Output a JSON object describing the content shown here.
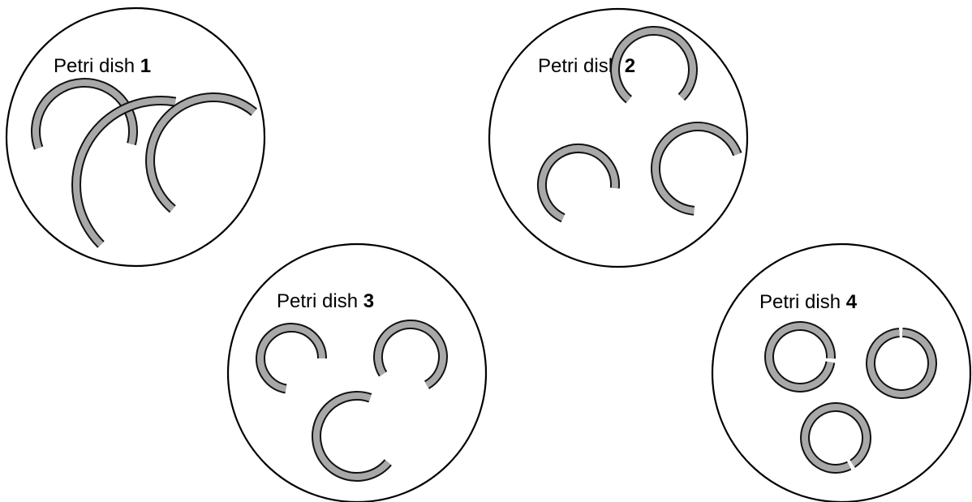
{
  "colors": {
    "dish_outline": "#000000",
    "strip_fill": "#a8a8a8",
    "strip_outline": "#111111",
    "background": "#ffffff"
  },
  "dishes": [
    {
      "label": "Petri dish ",
      "number": "1",
      "strip_count": 3,
      "strip_shape": "open arc"
    },
    {
      "label": "Petri dish ",
      "number": "2",
      "strip_count": 3,
      "strip_shape": "open arc"
    },
    {
      "label": "Petri dish ",
      "number": "3",
      "strip_count": 3,
      "strip_shape": "open arc"
    },
    {
      "label": "Petri dish ",
      "number": "4",
      "strip_count": 3,
      "strip_shape": "nearly closed ring"
    }
  ]
}
